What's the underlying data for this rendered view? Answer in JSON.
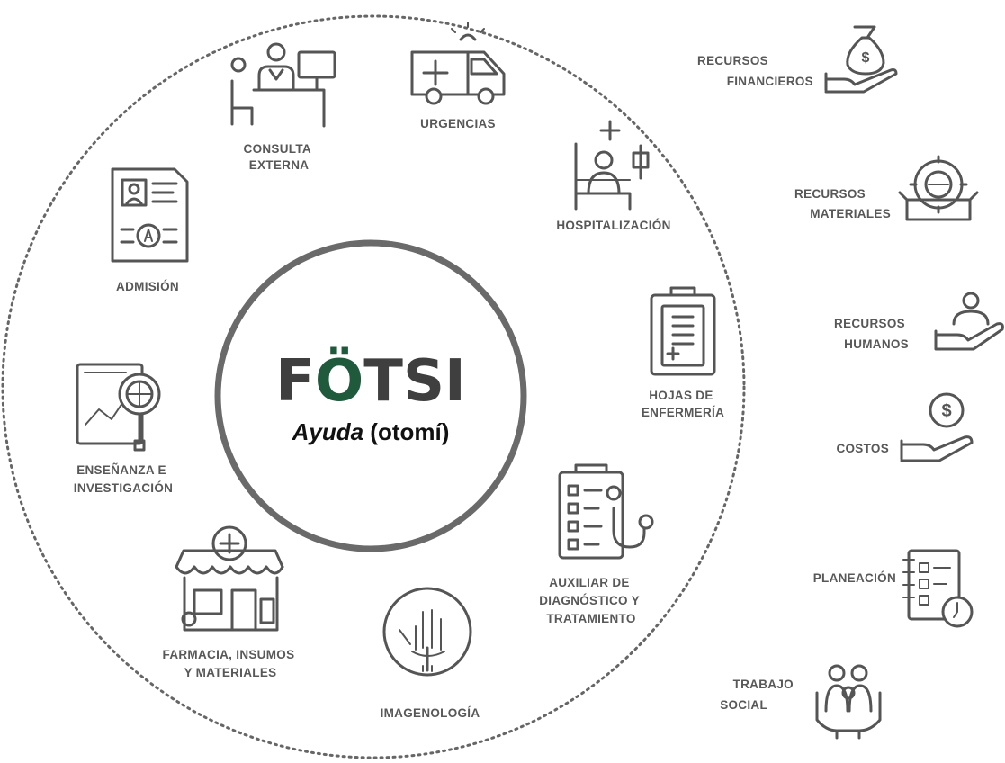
{
  "center": {
    "title_main_1": "F",
    "title_accent_letter": "Ö",
    "title_main_2": "TSI",
    "subtitle_italic": "Ayuda",
    "subtitle_rest": " (otomí)"
  },
  "inner_ring": {
    "consulta": [
      "CONSULTA",
      "EXTERNA"
    ],
    "urgencias": [
      "URGENCIAS"
    ],
    "hospitalizacion": [
      "HOSPITALIZACIÓN"
    ],
    "hojas": [
      "HOJAS DE",
      "ENFERMERÍA"
    ],
    "auxiliar": [
      "AUXILIAR DE",
      "DIAGNÓSTICO Y",
      "TRATAMIENTO"
    ],
    "imagenologia": [
      "IMAGENOLOGÍA"
    ],
    "farmacia": [
      "FARMACIA, INSUMOS",
      "Y MATERIALES"
    ],
    "ensenanza": [
      "ENSEÑANZA E",
      "INVESTIGACIÓN"
    ],
    "admision": [
      "ADMISIÓN"
    ]
  },
  "outer_list": {
    "financieros": [
      "RECURSOS",
      "FINANCIEROS"
    ],
    "materiales": [
      "RECURSOS",
      "MATERIALES"
    ],
    "humanos": [
      "RECURSOS",
      "HUMANOS"
    ],
    "costos": [
      "COSTOS"
    ],
    "planeacion": [
      "PLANEACIÓN"
    ],
    "trabajo": [
      "TRABAJO",
      "SOCIAL"
    ]
  },
  "icons": {
    "consulta": "doctor-desk-icon",
    "urgencias": "ambulance-icon",
    "hospitalizacion": "hospital-bed-icon",
    "hojas": "clipboard-icon",
    "auxiliar": "stethoscope-checklist-icon",
    "imagenologia": "xray-hand-icon",
    "farmacia": "pharmacy-store-icon",
    "ensenanza": "magnifier-report-icon",
    "admision": "id-certificate-icon",
    "financieros": "money-bag-hand-icon",
    "materiales": "gear-box-icon",
    "humanos": "person-hand-icon",
    "costos": "coin-hand-icon",
    "planeacion": "checklist-clock-icon",
    "trabajo": "family-hands-icon"
  },
  "colors": {
    "text_gray": "#585858",
    "icon_gray": "#555555",
    "accent_green": "#1f5a3c",
    "ring_gray": "#6a6a6a"
  }
}
